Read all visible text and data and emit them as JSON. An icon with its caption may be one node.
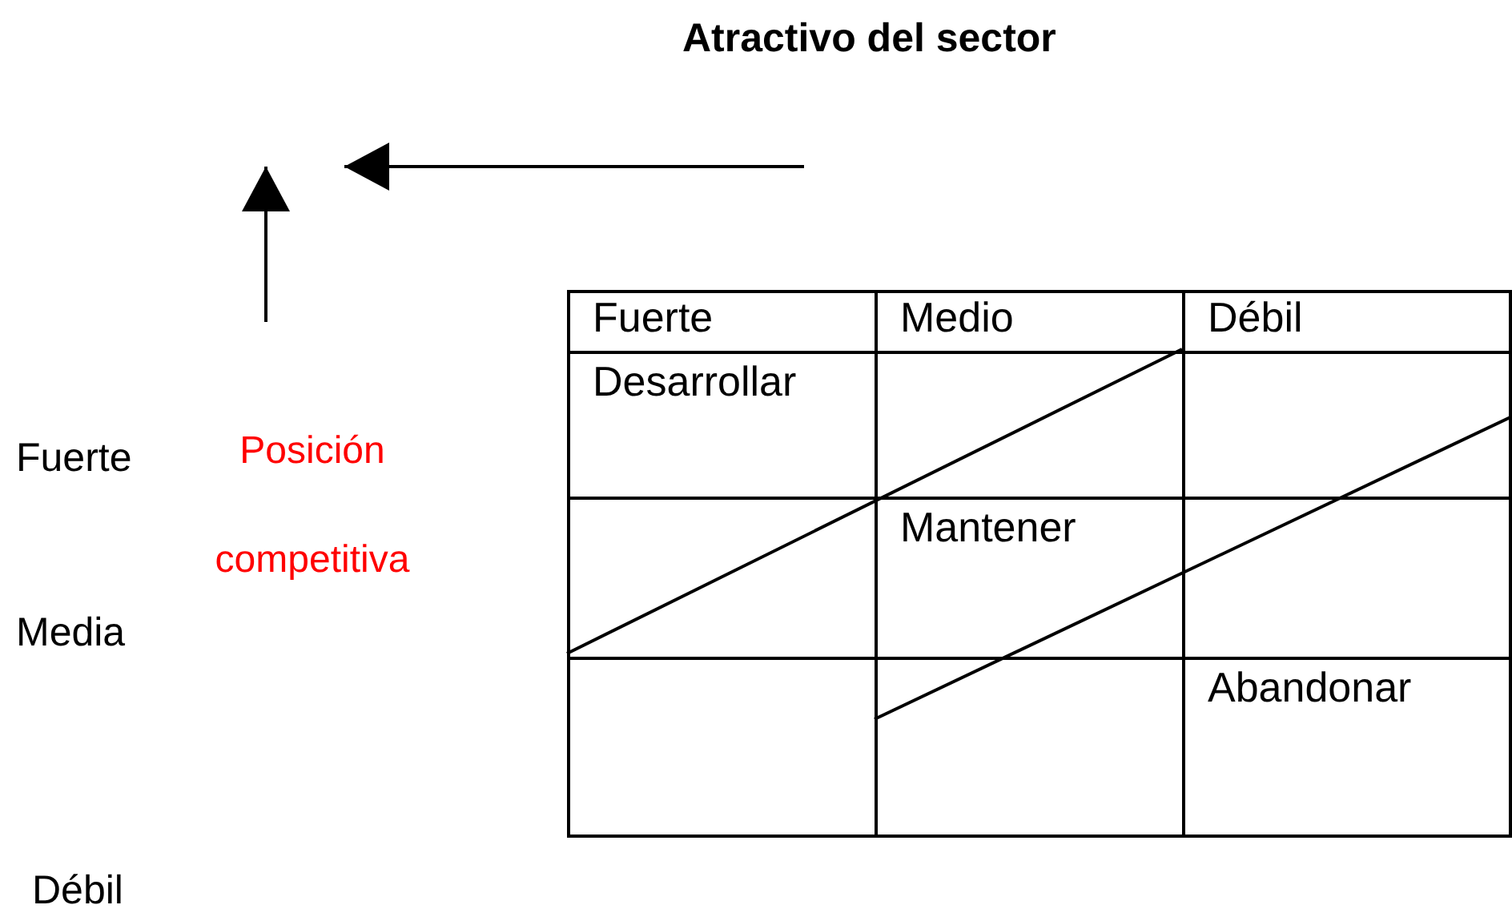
{
  "diagram": {
    "title": "Atractivo del sector",
    "labels": [
      "Posición competitiva",
      "Fuerte",
      "Media",
      "Débil",
      "Fuerte",
      "Medio",
      "Débil",
      "Desarrollar",
      "Mantener",
      "Abandonar"
    ]
  }
}
